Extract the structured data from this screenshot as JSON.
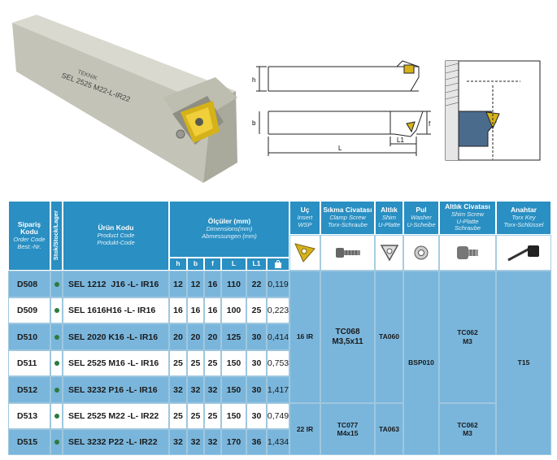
{
  "drawing": {
    "product_label_line1": "TEKNIK",
    "product_label_line2": "SEL 2525 M22-L-IR22",
    "dim_h": "h",
    "dim_b": "b",
    "dim_f": "f",
    "dim_L": "L",
    "dim_L1": "L1"
  },
  "table": {
    "header": {
      "siparis": {
        "title": "Sipariş Kodu",
        "sub1": "Order Code",
        "sub2": "Best.-Nr."
      },
      "stok": "Stok/Stock/Lager",
      "urun": {
        "title": "Ürün Kodu",
        "sub1": "Product Code",
        "sub2": "Produkt-Code"
      },
      "olculer": {
        "title": "Ölçüler (mm)",
        "sub1": "Dimensions(mm)",
        "sub2": "Abmessungen (mm)"
      },
      "dims": [
        "h",
        "b",
        "f",
        "L",
        "L1"
      ],
      "uc": {
        "title": "Uç",
        "sub1": "Insert",
        "sub2": "WSP"
      },
      "sikma": {
        "title": "Sıkma Civatası",
        "sub1": "Clamp Screw",
        "sub2": "Torx-Schraube"
      },
      "altlik": {
        "title": "Altlık",
        "sub1": "Shim",
        "sub2": "U-Platte"
      },
      "pul": {
        "title": "Pul",
        "sub1": "Washer",
        "sub2": "U-Scheibe"
      },
      "altlik_civatasi": {
        "title": "Altlık Civatası",
        "sub1": "Shim Screw",
        "sub2": "U-Platte",
        "sub3": "Schraube"
      },
      "anahtar": {
        "title": "Anahtar",
        "sub1": "Torx Key",
        "sub2": "Torx-Schlüssel"
      }
    },
    "rows": [
      {
        "code": "D508",
        "product": "SEL 1212  J16 -L- IR16",
        "h": "12",
        "b": "12",
        "f": "16",
        "L": "110",
        "L1": "22",
        "weight": "0,119"
      },
      {
        "code": "D509",
        "product": "SEL 1616H16 -L- IR16",
        "h": "16",
        "b": "16",
        "f": "16",
        "L": "100",
        "L1": "25",
        "weight": "0,223"
      },
      {
        "code": "D510",
        "product": "SEL 2020 K16 -L- IR16",
        "h": "20",
        "b": "20",
        "f": "20",
        "L": "125",
        "L1": "30",
        "weight": "0,414"
      },
      {
        "code": "D511",
        "product": "SEL 2525 M16 -L- IR16",
        "h": "25",
        "b": "25",
        "f": "25",
        "L": "150",
        "L1": "30",
        "weight": "0,753"
      },
      {
        "code": "D512",
        "product": "SEL 3232 P16 -L- IR16",
        "h": "32",
        "b": "32",
        "f": "32",
        "L": "150",
        "L1": "30",
        "weight": "1,417"
      },
      {
        "code": "D513",
        "product": "SEL 2525 M22 -L- IR22",
        "h": "25",
        "b": "25",
        "f": "25",
        "L": "150",
        "L1": "30",
        "weight": "0,749"
      },
      {
        "code": "D515",
        "product": "SEL 3232 P22 -L- IR22",
        "h": "32",
        "b": "32",
        "f": "32",
        "L": "170",
        "L1": "36",
        "weight": "1,434"
      }
    ],
    "groups": {
      "insert_16": "16 IR",
      "insert_22": "22 IR",
      "clamp_16_line1": "TC068",
      "clamp_16_line2": "M3,5x11",
      "clamp_22_line1": "TC077",
      "clamp_22_line2": "M4x15",
      "shim_16": "TA060",
      "shim_22": "TA063",
      "washer": "BSP010",
      "shim_screw_16_line1": "TC062",
      "shim_screw_16_line2": "M3",
      "shim_screw_22_line1": "TC062",
      "shim_screw_22_line2": "M3",
      "key": "T15"
    }
  }
}
